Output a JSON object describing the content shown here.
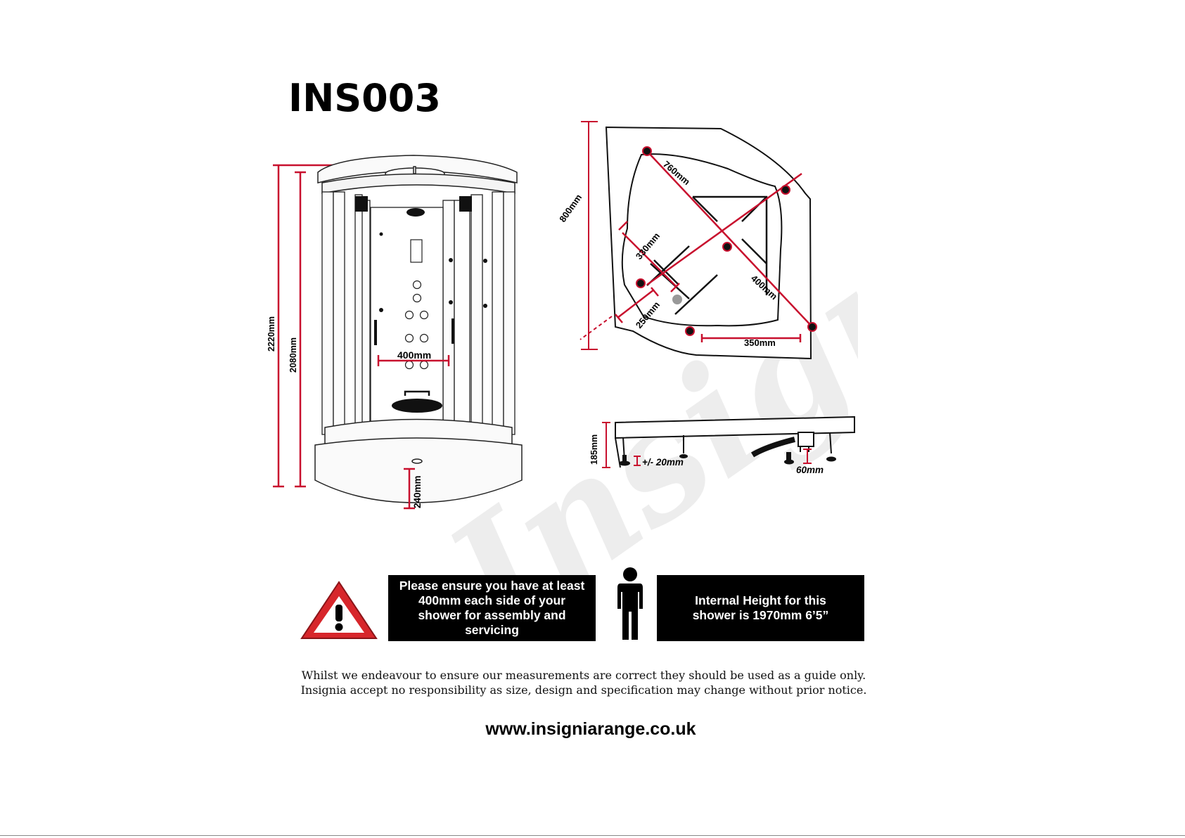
{
  "model_title": "INS003",
  "front_view": {
    "overall_height": "2220mm",
    "cabin_height": "2080mm",
    "seat_width": "400mm",
    "tray_height": "240mm"
  },
  "plan_view": {
    "depth": "800mm",
    "diagonal": "760mm",
    "dim_330": "330mm",
    "dim_250": "250mm",
    "dim_400": "400mm",
    "dim_350": "350mm"
  },
  "side_view": {
    "tray_height": "185mm",
    "leg_adjust": "+/- 20mm",
    "waste_clearance": "60mm"
  },
  "notices": {
    "clearance": "Please ensure you have at least 400mm each side of your shower for assembly and servicing",
    "internal_height": "Internal Height for this shower is 1970mm 6’5”"
  },
  "disclaimer": {
    "line1": "Whilst we endeavour to ensure our measurements are correct they should be used as a guide only.",
    "line2": "Insignia accept no responsibility as size, design and specification may change without prior notice."
  },
  "watermark": "Insignia",
  "website": "www.insigniarange.co.uk",
  "colors": {
    "dimension_red": "#c8102e",
    "warning_red": "#d7262b",
    "box_black": "#000000"
  }
}
